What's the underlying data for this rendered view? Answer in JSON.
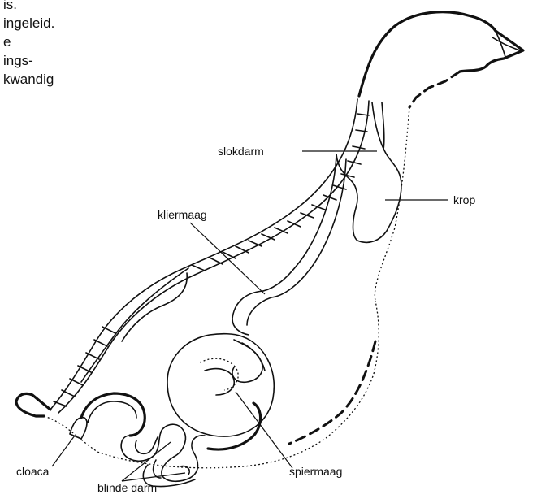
{
  "intro_text": {
    "lines": [
      "is.",
      "ingeleid.",
      "e",
      "ings-",
      "kwandig"
    ]
  },
  "labels": {
    "slokdarm": "slokdarm",
    "krop": "krop",
    "kliermaag": "kliermaag",
    "spiermaag": "spiermaag",
    "cloaca": "cloaca",
    "blinde_darm": "blinde darm"
  }
}
